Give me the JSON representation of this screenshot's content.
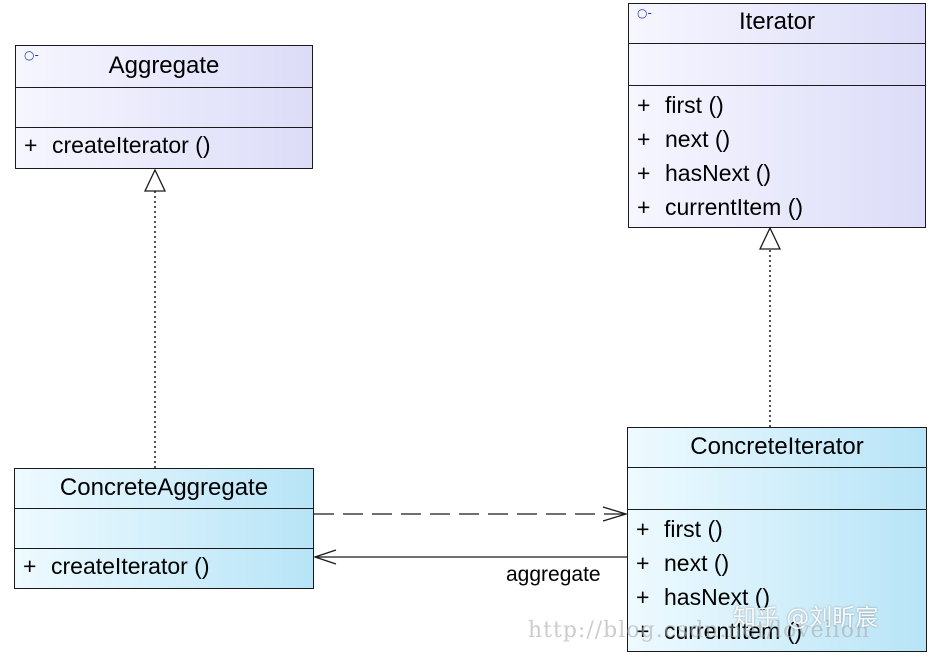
{
  "classes": {
    "aggregate": {
      "name": "Aggregate",
      "stereotype_symbol": "○-",
      "operations": [
        {
          "vis": "+",
          "sig": "createIterator ()"
        }
      ]
    },
    "iterator": {
      "name": "Iterator",
      "stereotype_symbol": "○-",
      "operations": [
        {
          "vis": "+",
          "sig": "first ()"
        },
        {
          "vis": "+",
          "sig": "next ()"
        },
        {
          "vis": "+",
          "sig": "hasNext ()"
        },
        {
          "vis": "+",
          "sig": "currentItem ()"
        }
      ]
    },
    "concrete_aggregate": {
      "name": "ConcreteAggregate",
      "operations": [
        {
          "vis": "+",
          "sig": "createIterator ()"
        }
      ]
    },
    "concrete_iterator": {
      "name": "ConcreteIterator",
      "operations": [
        {
          "vis": "+",
          "sig": "first ()"
        },
        {
          "vis": "+",
          "sig": "next ()"
        },
        {
          "vis": "+",
          "sig": "hasNext ()"
        },
        {
          "vis": "+",
          "sig": "currentItem ()"
        }
      ]
    }
  },
  "relations": {
    "association_label": "aggregate"
  },
  "watermark": {
    "zhihu": "知乎 @刘昕宸",
    "url": "http://blog.csdn.net/lovelion"
  },
  "colors": {
    "interface_fill": "#dcdcf8",
    "class_fill": "#b7e4f7",
    "line": "#1a1a1a"
  }
}
